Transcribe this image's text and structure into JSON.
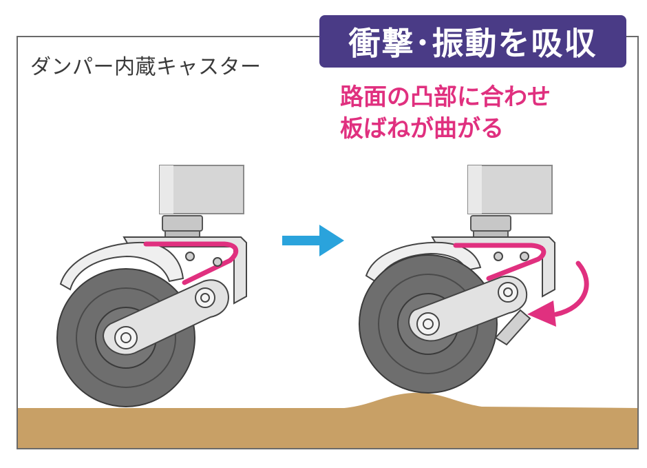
{
  "caption": "ダンパー内蔵キャスター",
  "badge_title": "衝撃･振動を吸収",
  "note_lines": [
    "路面の凸部に合わせ",
    "板ばねが曲がる"
  ],
  "colors": {
    "badge": "#4a3b86",
    "accent_text": "#e0307f",
    "spring": "#e0307f",
    "arrow": "#2aa3dc",
    "ground": "#c8a066",
    "wheel": "#6e6e6e",
    "metal": "#dcdcdc"
  },
  "icons": {
    "transition": "right-arrow-icon",
    "rotation": "curved-rotation-arrow-icon"
  }
}
